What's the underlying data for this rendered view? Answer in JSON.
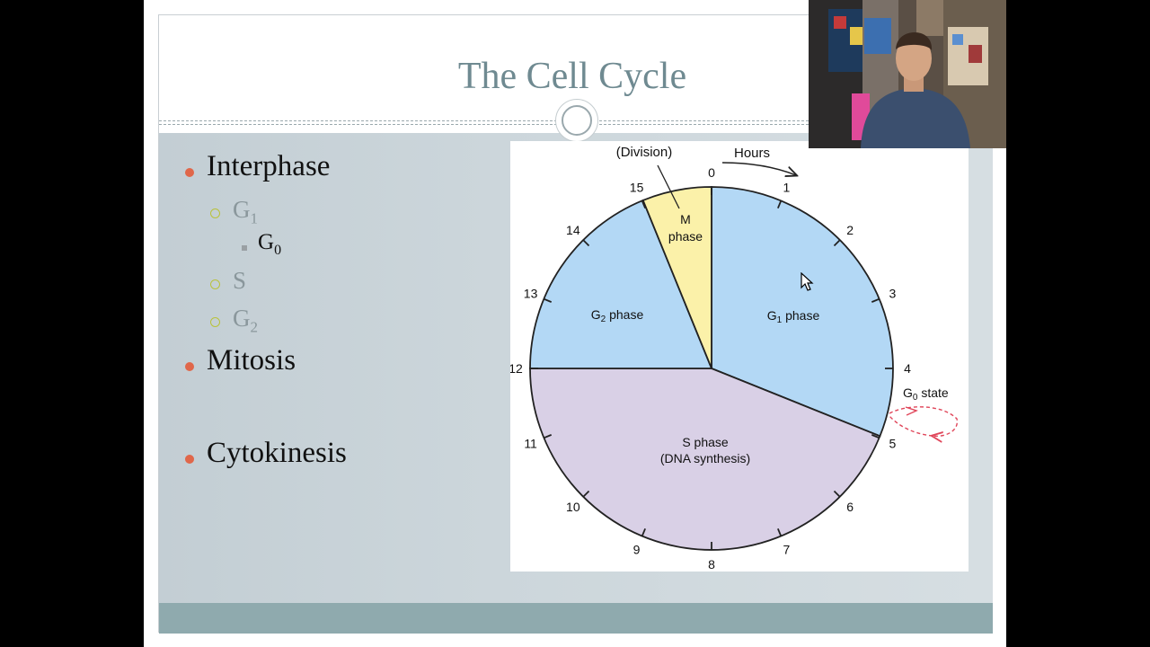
{
  "slide": {
    "title": "The Cell Cycle",
    "bullets": {
      "interphase": "Interphase",
      "g1_main": "G",
      "g1_sub": "1",
      "g0_main": "G",
      "g0_sub": "0",
      "s": "S",
      "g2_main": "G",
      "g2_sub": "2",
      "mitosis": "Mitosis",
      "cytokinesis": "Cytokinesis"
    }
  },
  "diagram": {
    "division_label": "(Division)",
    "hours_label": "Hours",
    "hour_ticks": [
      "0",
      "1",
      "2",
      "3",
      "4",
      "5",
      "6",
      "7",
      "8",
      "9",
      "10",
      "11",
      "12",
      "13",
      "14",
      "15"
    ],
    "phases": {
      "m_line1": "M",
      "m_line2": "phase",
      "g1_main": "G",
      "g1_sub": "1",
      "g1_rest": " phase",
      "g2_main": "G",
      "g2_sub": "2",
      "g2_rest": " phase",
      "s_line1": "S phase",
      "s_line2": "(DNA synthesis)",
      "g0_main": "G",
      "g0_sub": "0",
      "g0_rest": " state"
    },
    "colors": {
      "g1": "#b3d8f5",
      "g2": "#b3d8f5",
      "m": "#fbf1a9",
      "s": "#d9d0e6",
      "g0_arrow": "#e0465a"
    }
  }
}
